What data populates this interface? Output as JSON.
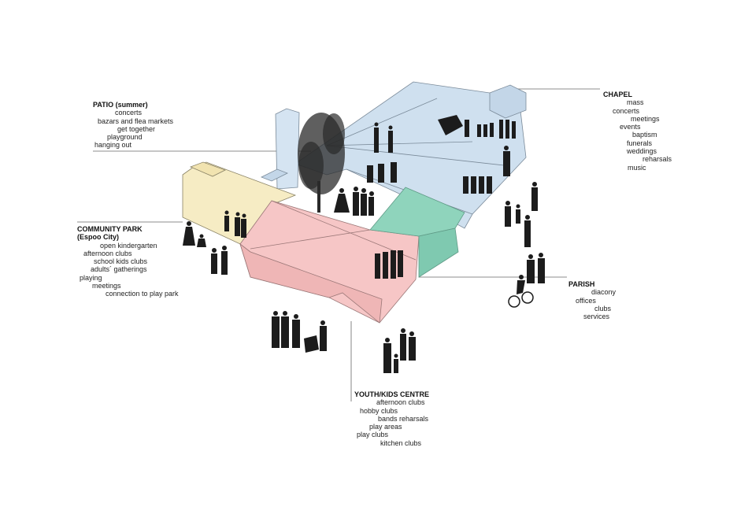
{
  "zones": {
    "patio": {
      "title": "PATIO (summer)",
      "activities": [
        "concerts",
        "bazars and flea markets",
        "get together",
        "playground",
        "hanging out"
      ]
    },
    "community_park": {
      "title": "COMMUNITY PARK",
      "subtitle": "(Espoo City)",
      "activities": [
        "open kindergarten",
        "afternoon clubs",
        "school kids clubs",
        "adults´ gatherings",
        "playing",
        "meetings",
        "connection to play park"
      ]
    },
    "chapel": {
      "title": "CHAPEL",
      "activities": [
        "mass",
        "concerts",
        "meetings",
        "events",
        "baptism",
        "funerals",
        "weddings",
        "reharsals",
        "music"
      ]
    },
    "parish": {
      "title": "PARISH",
      "activities": [
        "diacony",
        "offices",
        "clubs",
        "services"
      ]
    },
    "youth": {
      "title": "YOUTH/KIDS CENTRE",
      "activities": [
        "afternoon clubs",
        "hobby clubs",
        "bands reharsals",
        "play areas",
        "play clubs",
        "kitchen clubs"
      ]
    }
  },
  "colors": {
    "chapel": "#cfe0ef",
    "parish": "#8fd4bc",
    "youth": "#f6c6c6",
    "park": "#f6ecc4",
    "outline": "#777777",
    "silhouette": "#1c1c1c"
  }
}
